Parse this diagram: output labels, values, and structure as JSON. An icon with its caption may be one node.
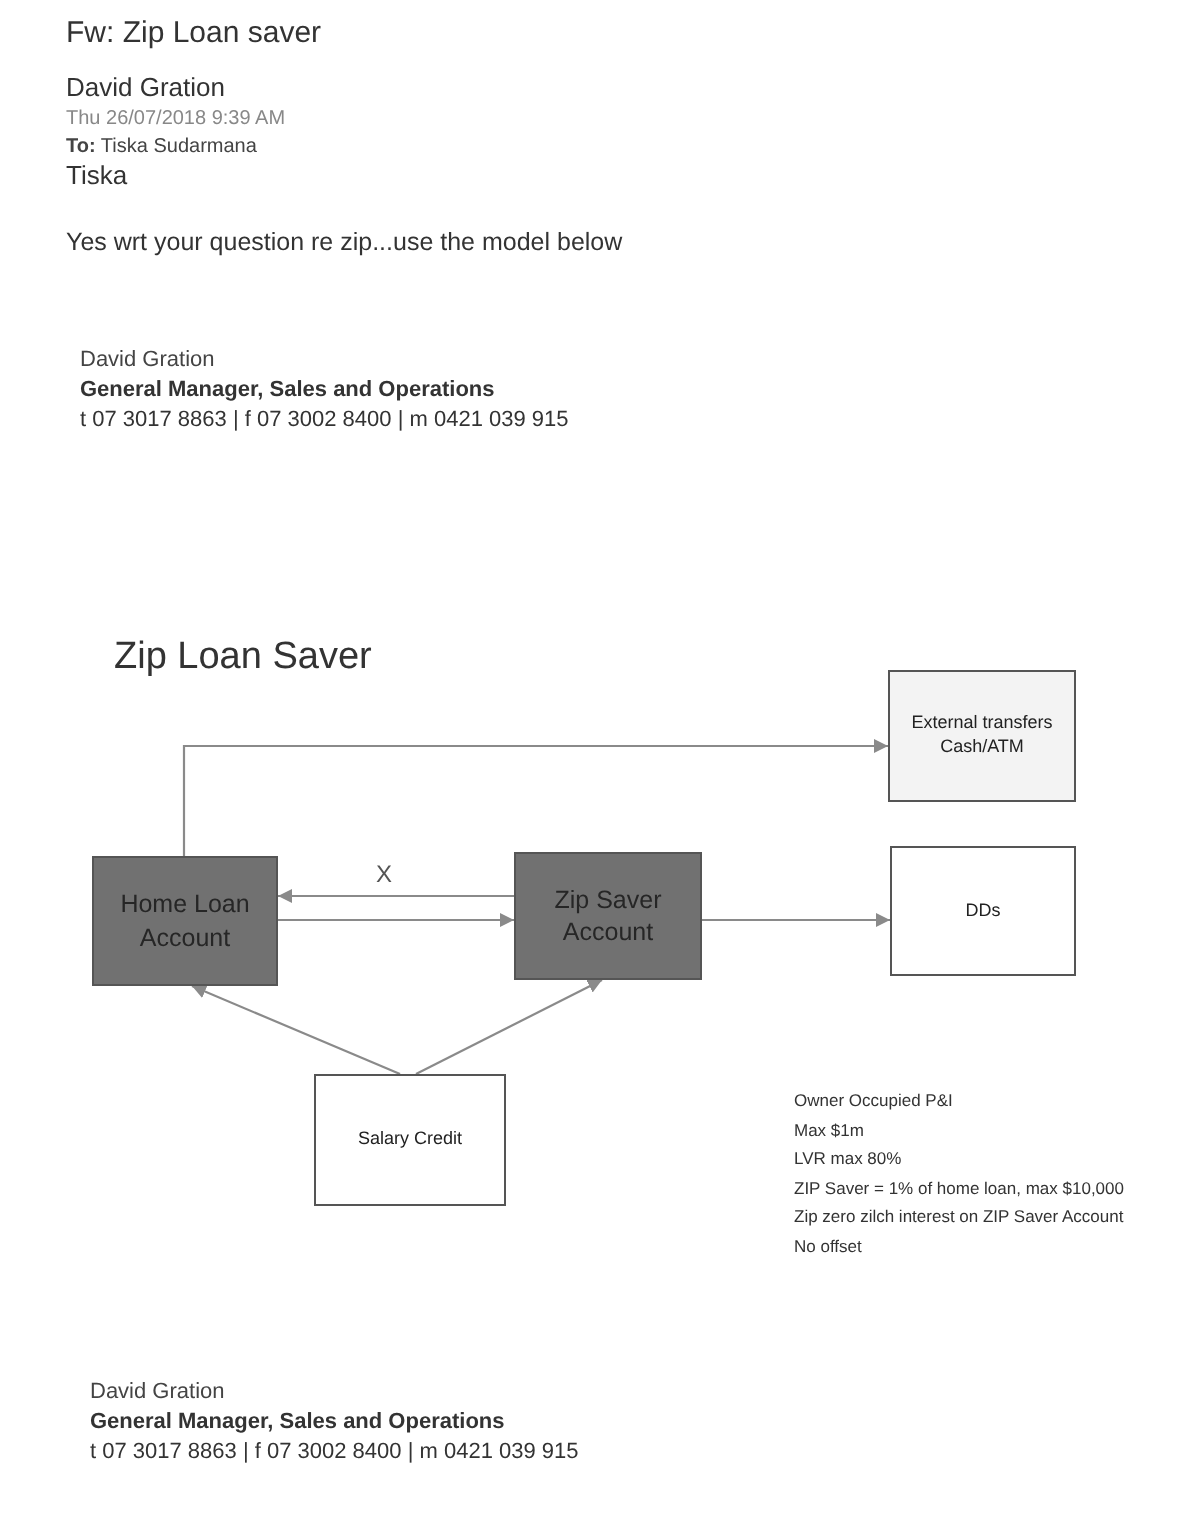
{
  "diagram": {
    "title": "Zip Loan Saver",
    "nodes": [
      {
        "text": [
          "External transfers Cash/ATM"
        ]
      },
      {
        "text": [
          "Home Loan Account"
        ]
      },
      {
        "text": [
          "Zip Saver Account"
        ]
      },
      {
        "text": [
          "DDs"
        ]
      },
      {
        "text": [
          "Salary Credit"
        ]
      }
    ],
    "edges": [
      {
        "from": 1,
        "to": 0,
        "arrow": "to"
      },
      {
        "from": 2,
        "to": 1,
        "arrow": "to",
        "label": "X"
      },
      {
        "from": 1,
        "to": 2,
        "arrow": "to"
      },
      {
        "from": 2,
        "to": 3,
        "arrow": "to"
      },
      {
        "from": 4,
        "to": 1,
        "arrow": "to"
      },
      {
        "from": 4,
        "to": 2,
        "arrow": "to"
      }
    ],
    "labels": [
      "Fw: Zip Loan saver",
      "David Gration",
      "Thu 26/07/2018 9:39 AM",
      "**To:** Tiska Sudarmana",
      "Tiska",
      "Yes wrt your question re zip...use the model below",
      "David Gration",
      "General Manager, Sales and Operations",
      "t 07 3017 8863 | f 07 3002 8400 | m 0421 039 915",
      "Owner Occupied P&I",
      "Max $1m",
      "LVR max 80%",
      "ZIP Saver = 1% of home loan, max $10,000",
      "Zip zero zilch interest on ZIP Saver Account",
      "No offset",
      "David Gration",
      "General Manager, Sales and Operations",
      "t 07 3017 8863 | f 07 3002 8400 | m 0421 039 915"
    ]
  }
}
